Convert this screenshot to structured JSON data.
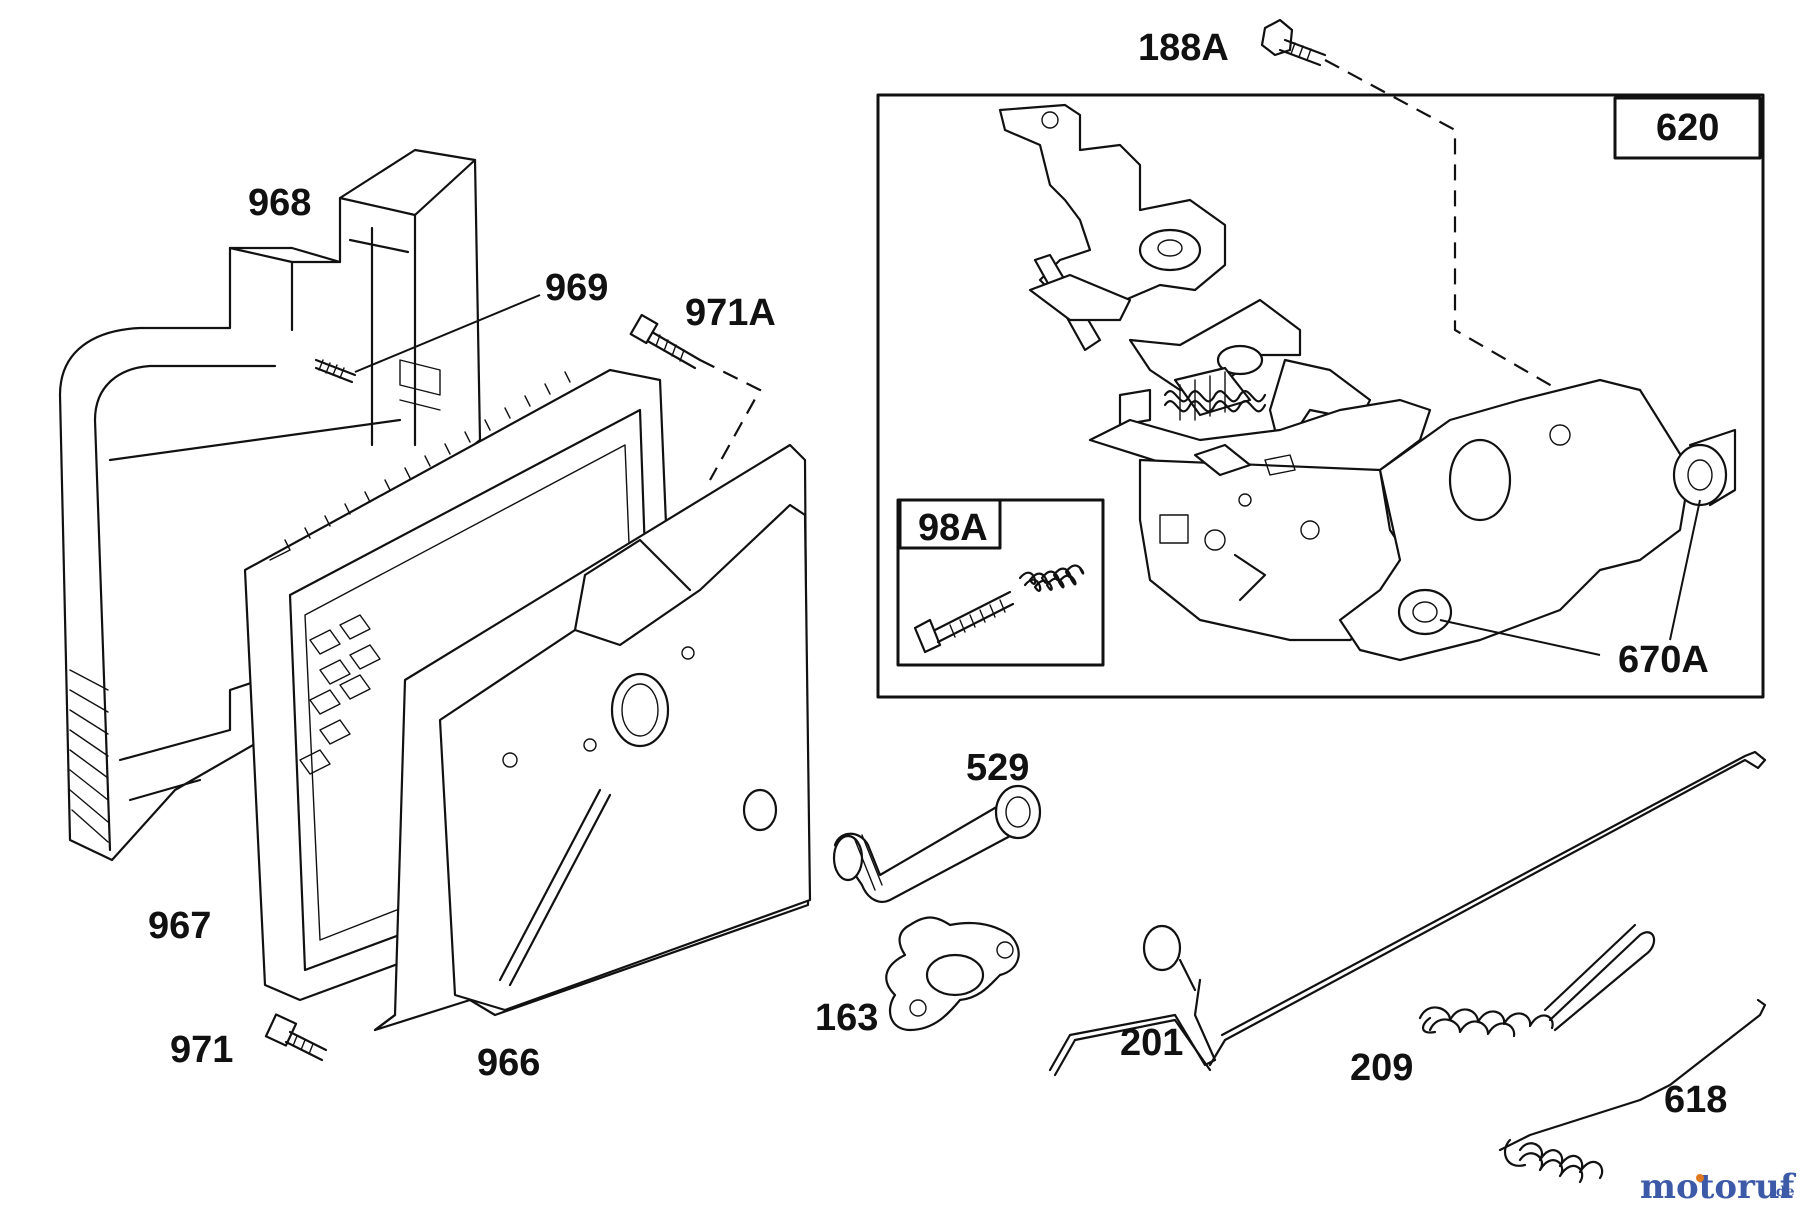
{
  "labels": {
    "l188A": "188A",
    "l620": "620",
    "l968": "968",
    "l969": "969",
    "l971A": "971A",
    "l98A": "98A",
    "l670A": "670A",
    "l529": "529",
    "l967": "967",
    "l163": "163",
    "l201": "201",
    "l209": "209",
    "l971": "971",
    "l966": "966",
    "l618": "618"
  },
  "watermark": {
    "brand": "motoruf",
    "tld": ".de"
  },
  "colors": {
    "line": "#111111",
    "background": "#ffffff",
    "watermark_blue": "#3d5aa8",
    "watermark_orange": "#e07a1f"
  }
}
